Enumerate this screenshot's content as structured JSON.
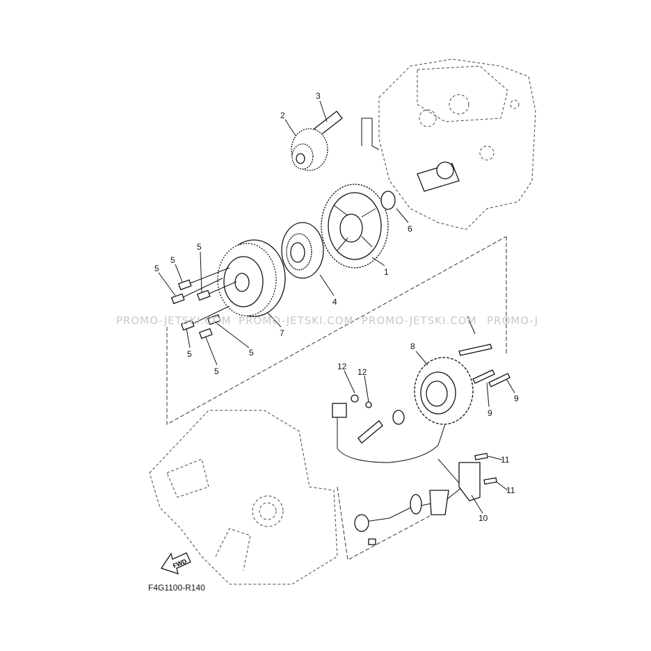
{
  "diagram": {
    "code": "F4G1100-R140",
    "fwd_label": "FWD",
    "watermarks": [
      "PROMO-JETSKI.COM",
      "PROMO-JETSKI.COM",
      "PROMO-JETSKI.COM",
      "PROMO-J"
    ],
    "callouts": {
      "c1": "1",
      "c2": "2",
      "c3": "3",
      "c4": "4",
      "c5a": "5",
      "c5b": "5",
      "c5c": "5",
      "c5d": "5",
      "c5e": "5",
      "c5f": "5",
      "c6": "6",
      "c7": "7",
      "c8": "8",
      "c9a": "9",
      "c9b": "9",
      "c10": "10",
      "c11a": "11",
      "c11b": "11",
      "c12a": "12",
      "c12b": "12"
    }
  }
}
